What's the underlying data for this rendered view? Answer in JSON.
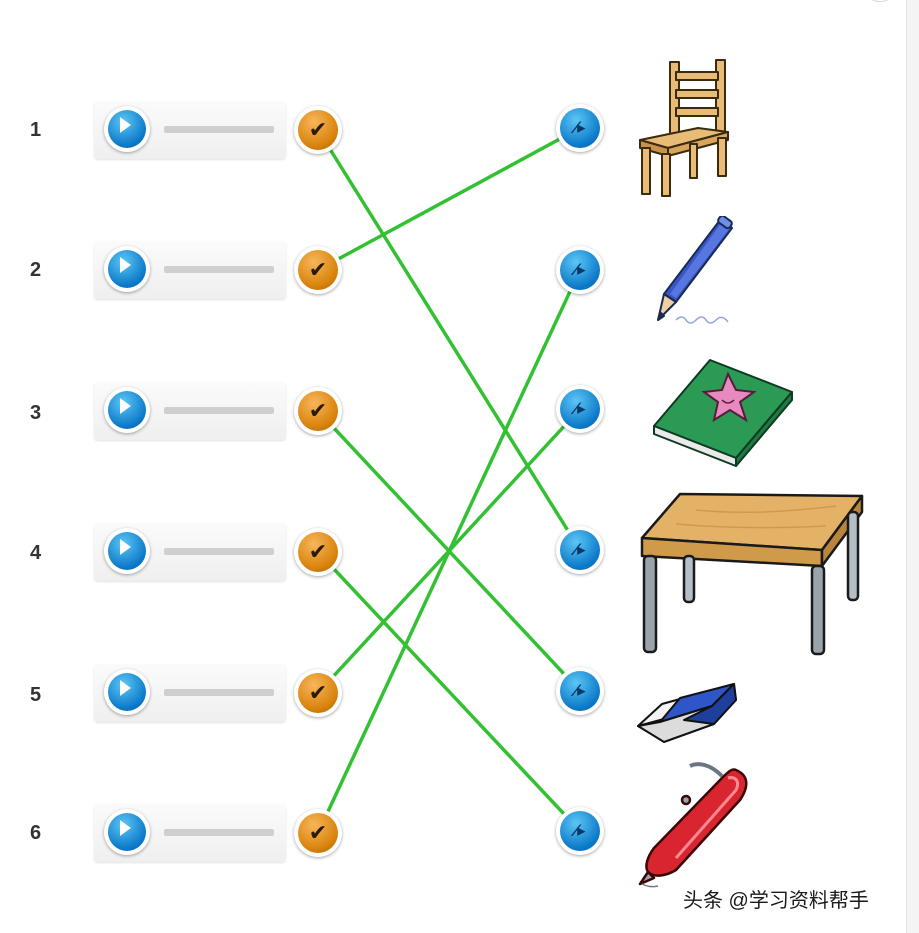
{
  "rows": [
    {
      "number": "1"
    },
    {
      "number": "2"
    },
    {
      "number": "3"
    },
    {
      "number": "4"
    },
    {
      "number": "5"
    },
    {
      "number": "6"
    }
  ],
  "pictures": [
    "chair",
    "pencil",
    "book",
    "desk",
    "eraser",
    "pen"
  ],
  "connections": [
    [
      1,
      4
    ],
    [
      2,
      1
    ],
    [
      3,
      5
    ],
    [
      4,
      6
    ],
    [
      5,
      3
    ],
    [
      6,
      2
    ]
  ],
  "colors": {
    "line": "#33c133",
    "left_dot": "#e08b10",
    "right_dot": "#0a86d6",
    "play_button": "#0a86d6"
  },
  "icons": {
    "play": "play-icon",
    "check": "check-icon",
    "drag": "drag-icon"
  },
  "watermark": "头条 @学习资料帮手"
}
